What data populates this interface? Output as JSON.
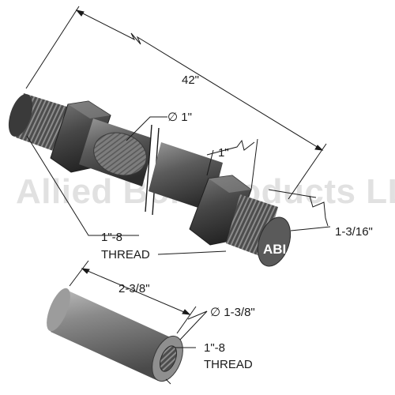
{
  "watermark": "Allied Bolt Products LLC",
  "labels": {
    "length": "42\"",
    "diameter": "∅ 1\"",
    "nut_length": "1\"",
    "end_diameter": "1-3/16\"",
    "thread_size_top": "1\"-8",
    "thread_word_top": "THREAD",
    "coupling_length": "2-3/8\"",
    "coupling_diameter": "∅ 1-3/8\"",
    "thread_size_bottom": "1\"-8",
    "thread_word_bottom": "THREAD"
  },
  "logo_text": "ABI"
}
